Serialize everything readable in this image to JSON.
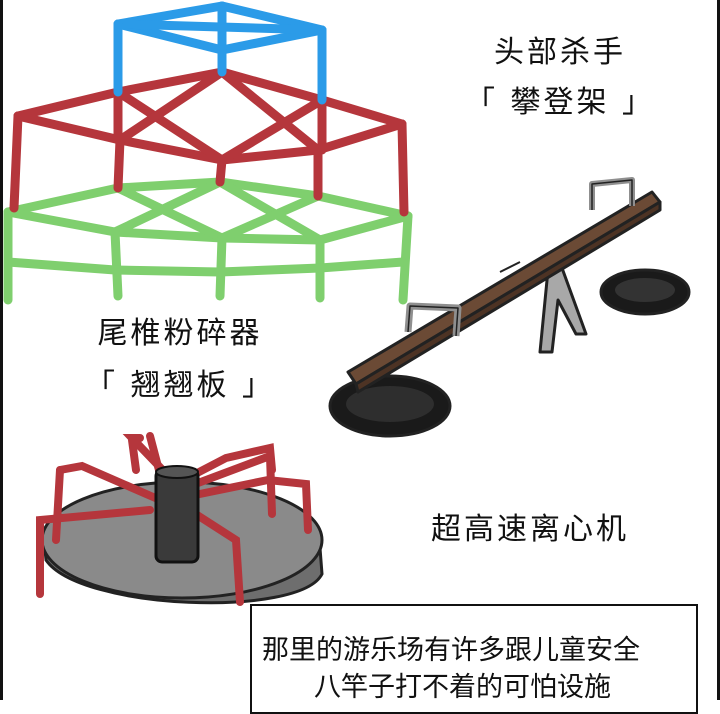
{
  "labels": {
    "climbing_frame": "头部杀手\n「 攀登架 」",
    "seesaw": "尾椎粉碎器\n「 翘翘板 」",
    "merry_go_round": "超高速离心机"
  },
  "caption": {
    "line1": "那里的游乐场有许多跟儿童安全",
    "line2": "八竿子打不着的可怕设施"
  },
  "colors": {
    "frame_top": "#2b9be8",
    "frame_middle": "#b5363c",
    "frame_bottom": "#7fcf6e",
    "seesaw_plank": "#6b4a35",
    "tire": "#1a1a1a",
    "spinner_base": "#8a8a8a",
    "spinner_arms": "#b5363c"
  }
}
